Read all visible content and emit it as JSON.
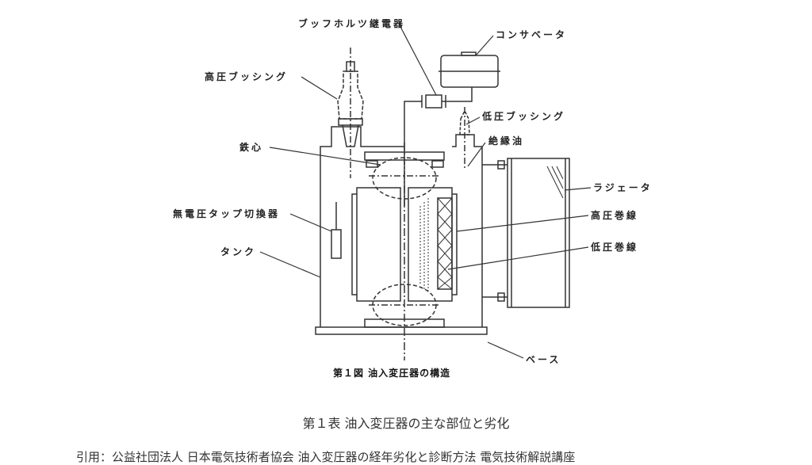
{
  "figure": {
    "caption": "第１図 油入変圧器の構造",
    "labels": {
      "buchholz_relay": "ブッフホルツ継電器",
      "conservator": "コンサベータ",
      "hv_bushing": "高圧ブッシング",
      "lv_bushing": "低圧ブッシング",
      "core": "鉄心",
      "insulating_oil": "絶縁油",
      "radiator": "ラジェータ",
      "tap_changer": "無電圧タップ切換器",
      "hv_winding": "高圧巻線",
      "lv_winding": "低圧巻線",
      "tank": "タンク",
      "base": "ベース"
    }
  },
  "table_caption": "第１表 油入変圧器の主な部位と劣化",
  "citation": "引用：公益社団法人 日本電気技術者協会 油入変圧器の経年劣化と診断方法 電気技術解説講座"
}
